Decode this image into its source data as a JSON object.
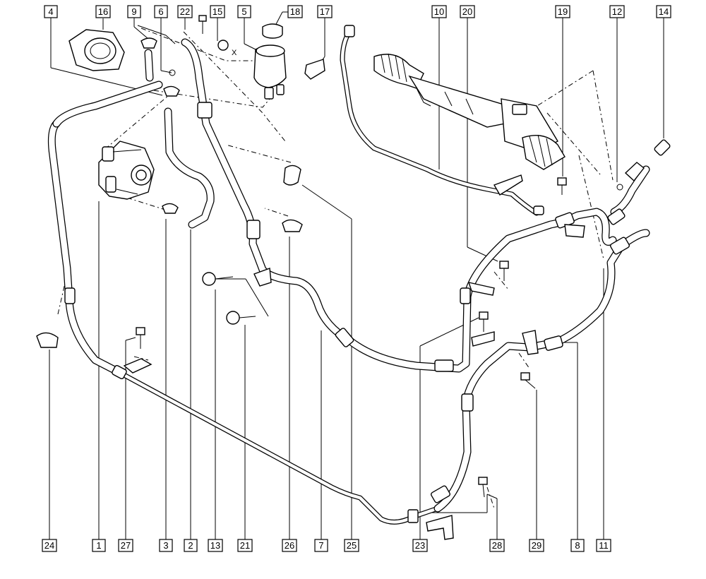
{
  "callouts": {
    "c1": "1",
    "c2": "2",
    "c3": "3",
    "c4": "4",
    "c5": "5",
    "c6": "6",
    "c7": "7",
    "c8": "8",
    "c9": "9",
    "c10": "10",
    "c11": "11",
    "c12": "12",
    "c13": "13",
    "c14": "14",
    "c15": "15",
    "c16": "16",
    "c17": "17",
    "c18": "18",
    "c19": "19",
    "c20": "20",
    "c21": "21",
    "c22": "22",
    "c23": "23",
    "c24": "24",
    "c25": "25",
    "c26": "26",
    "c27": "27",
    "c28": "28",
    "c29": "29"
  },
  "marker": "X",
  "colors": {
    "line": "#000000",
    "background": "#ffffff"
  }
}
